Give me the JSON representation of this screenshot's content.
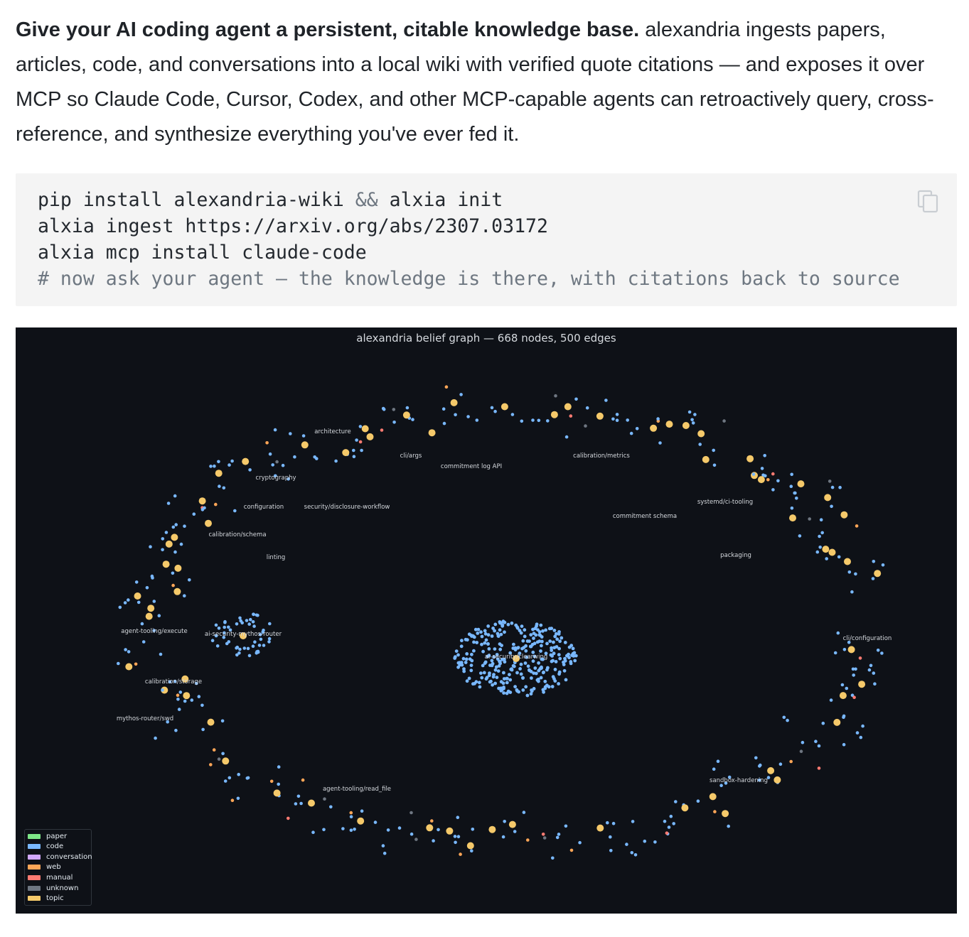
{
  "intro": {
    "bold": "Give your AI coding agent a persistent, citable knowledge base.",
    "rest": " alexandria ingests papers, articles, code, and conversations into a local wiki with verified quote citations — and exposes it over MCP so Claude Code, Cursor, Codex, and other MCP-capable agents can retroactively query, cross-reference, and synthesize everything you've ever fed it."
  },
  "code": {
    "line1_a": "pip install alexandria-wiki ",
    "line1_op": "&&",
    "line1_b": " alxia init",
    "line2": "alxia ingest https://arxiv.org/abs/2307.03172",
    "line3": "alxia mcp install claude-code",
    "line4": "# now ask your agent — the knowledge is there, with citations back to source",
    "copy_icon": "copy-icon"
  },
  "graph": {
    "title": "alexandria belief graph — 668 nodes, 500 edges",
    "colors": {
      "background": "#0e1117",
      "paper": "#7ee787",
      "code": "#79b8ff",
      "conversation": "#d2a8ff",
      "web": "#ffa657",
      "manual": "#ff7b72",
      "unknown": "#6e7681",
      "topic": "#f5c96a"
    },
    "legend": [
      {
        "key": "paper",
        "label": "paper"
      },
      {
        "key": "code",
        "label": "code"
      },
      {
        "key": "conversation",
        "label": "conversation"
      },
      {
        "key": "web",
        "label": "web"
      },
      {
        "key": "manual",
        "label": "manual"
      },
      {
        "key": "unknown",
        "label": "unknown"
      },
      {
        "key": "topic",
        "label": "topic"
      }
    ],
    "labels": [
      "architecture",
      "cryptography",
      "configuration",
      "security/disclosure-workflow",
      "calibration/schema",
      "linting",
      "cli/args",
      "commitment log API",
      "calibration/metrics",
      "systemd/ci-tooling",
      "commitment schema",
      "packaging",
      "agent-tooling/execute",
      "ai-security-mythos-router",
      "ai-security/clearwing",
      "calibration/storage",
      "mythos-router/swd",
      "cli/configuration",
      "sandbox-hardening",
      "agent-tooling/read_file"
    ]
  }
}
